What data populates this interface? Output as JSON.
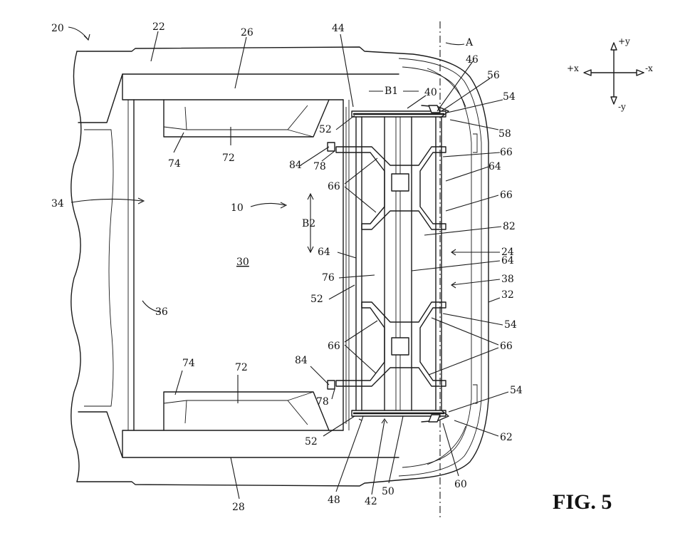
{
  "figure": {
    "caption": "FIG. 5"
  },
  "labels": {
    "n20": "20",
    "n22": "22",
    "n26": "26",
    "n44": "44",
    "nA": "A",
    "n46": "46",
    "n56": "56",
    "n40": "40",
    "n54a": "54",
    "nB1": "B1",
    "n52a": "52",
    "n58": "58",
    "n74a": "74",
    "n72a": "72",
    "n84a": "84",
    "n78a": "78",
    "n66a": "66",
    "n64a": "64",
    "n34": "34",
    "n10": "10",
    "nB2": "B2",
    "n66b": "66",
    "n66c": "66",
    "n82": "82",
    "n24": "24",
    "n64b": "64",
    "n64c": "64",
    "n30": "30",
    "n38": "38",
    "n76": "76",
    "n32": "32",
    "n52b": "52",
    "n36": "36",
    "n54b": "54",
    "n66d": "66",
    "n66e": "66",
    "n74b": "74",
    "n72b": "72",
    "n84b": "84",
    "n78b": "78",
    "n54c": "54",
    "n52c": "52",
    "n62": "62",
    "n60": "60",
    "n28": "28",
    "n48": "48",
    "n42": "42",
    "n50": "50"
  },
  "axes": {
    "plus_y": "+y",
    "minus_y": "-y",
    "plus_x": "+x",
    "minus_x": "-x"
  }
}
